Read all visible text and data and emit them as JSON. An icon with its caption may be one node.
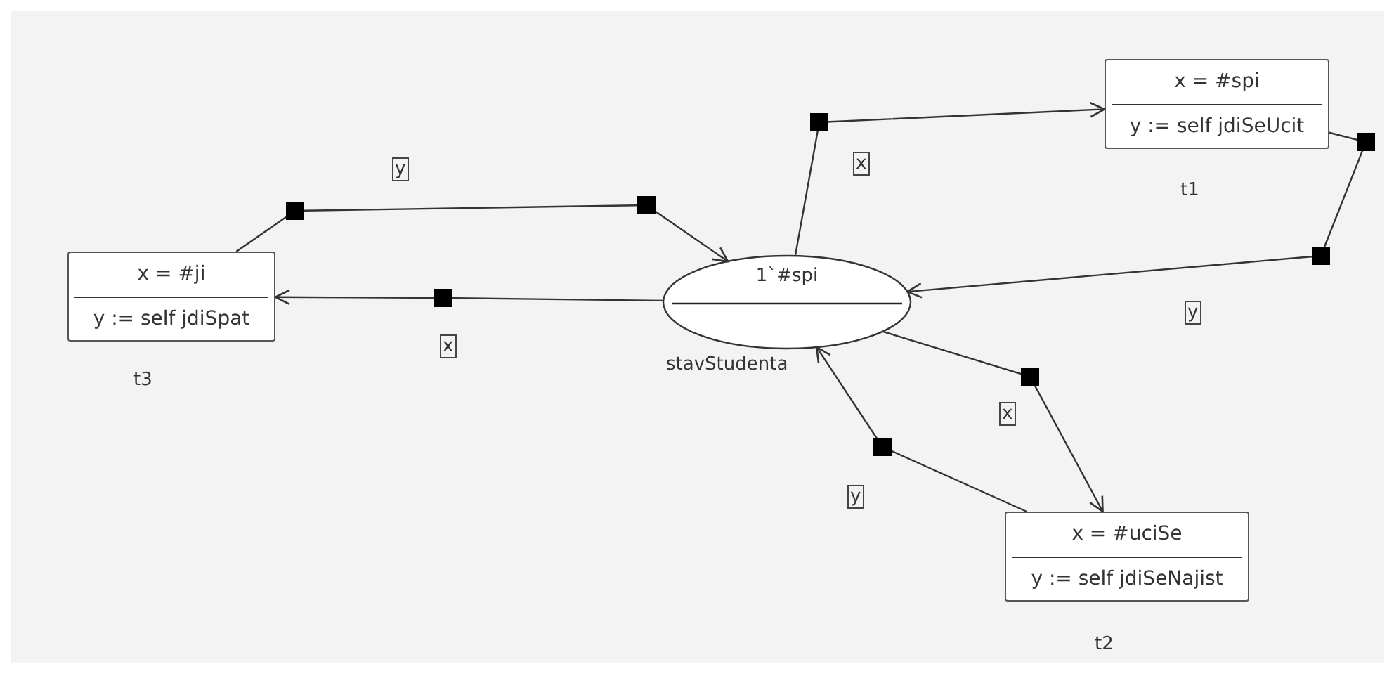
{
  "diagram": {
    "nodes": [
      {
        "text": [
          "x = #spi",
          "y := self jdiSeUcit"
        ],
        "beside": [
          "t1"
        ]
      },
      {
        "text": [
          "x = #ji",
          "y := self jdiSpat"
        ],
        "beside": [
          "t3"
        ]
      },
      {
        "text": [
          "1`#spi"
        ],
        "beside": [
          "stavStudenta"
        ]
      },
      {
        "text": [
          "x = #uciSe",
          "y := self jdiSeNajist"
        ],
        "beside": [
          "t2"
        ]
      }
    ],
    "edges": [
      {
        "from": 2,
        "to": 0,
        "arrow": "to",
        "label": "x"
      },
      {
        "from": 0,
        "to": 2,
        "arrow": "to",
        "label": "y"
      },
      {
        "from": 2,
        "to": 3,
        "arrow": "to",
        "label": "x"
      },
      {
        "from": 3,
        "to": 2,
        "arrow": "to",
        "label": "y"
      },
      {
        "from": 2,
        "to": 1,
        "arrow": "to",
        "label": "x"
      },
      {
        "from": 1,
        "to": 2,
        "arrow": "to",
        "label": "y"
      }
    ]
  }
}
